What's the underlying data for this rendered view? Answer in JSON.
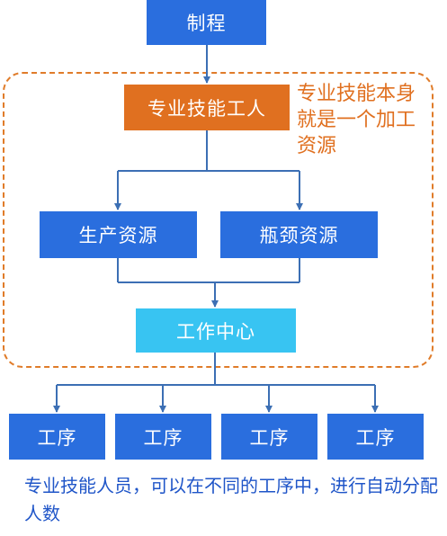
{
  "diagram": {
    "top_node": "制程",
    "skilled_worker_node": "专业技能工人",
    "skilled_worker_note": "专业技能本身就是一个加工资源",
    "resource_nodes": [
      "生产资源",
      "瓶颈资源"
    ],
    "work_center_node": "工作中心",
    "process_nodes": [
      "工序",
      "工序",
      "工序",
      "工序"
    ],
    "caption": "专业技能人员，可以在不同的工序中，进行自动分配人数",
    "colors": {
      "node_blue": "#2a6ede",
      "node_orange": "#e07020",
      "node_cyan": "#38c4f2",
      "connector": "#3c6fb4",
      "dashed_border": "#e07c2a",
      "caption_text": "#1f55c8"
    }
  }
}
